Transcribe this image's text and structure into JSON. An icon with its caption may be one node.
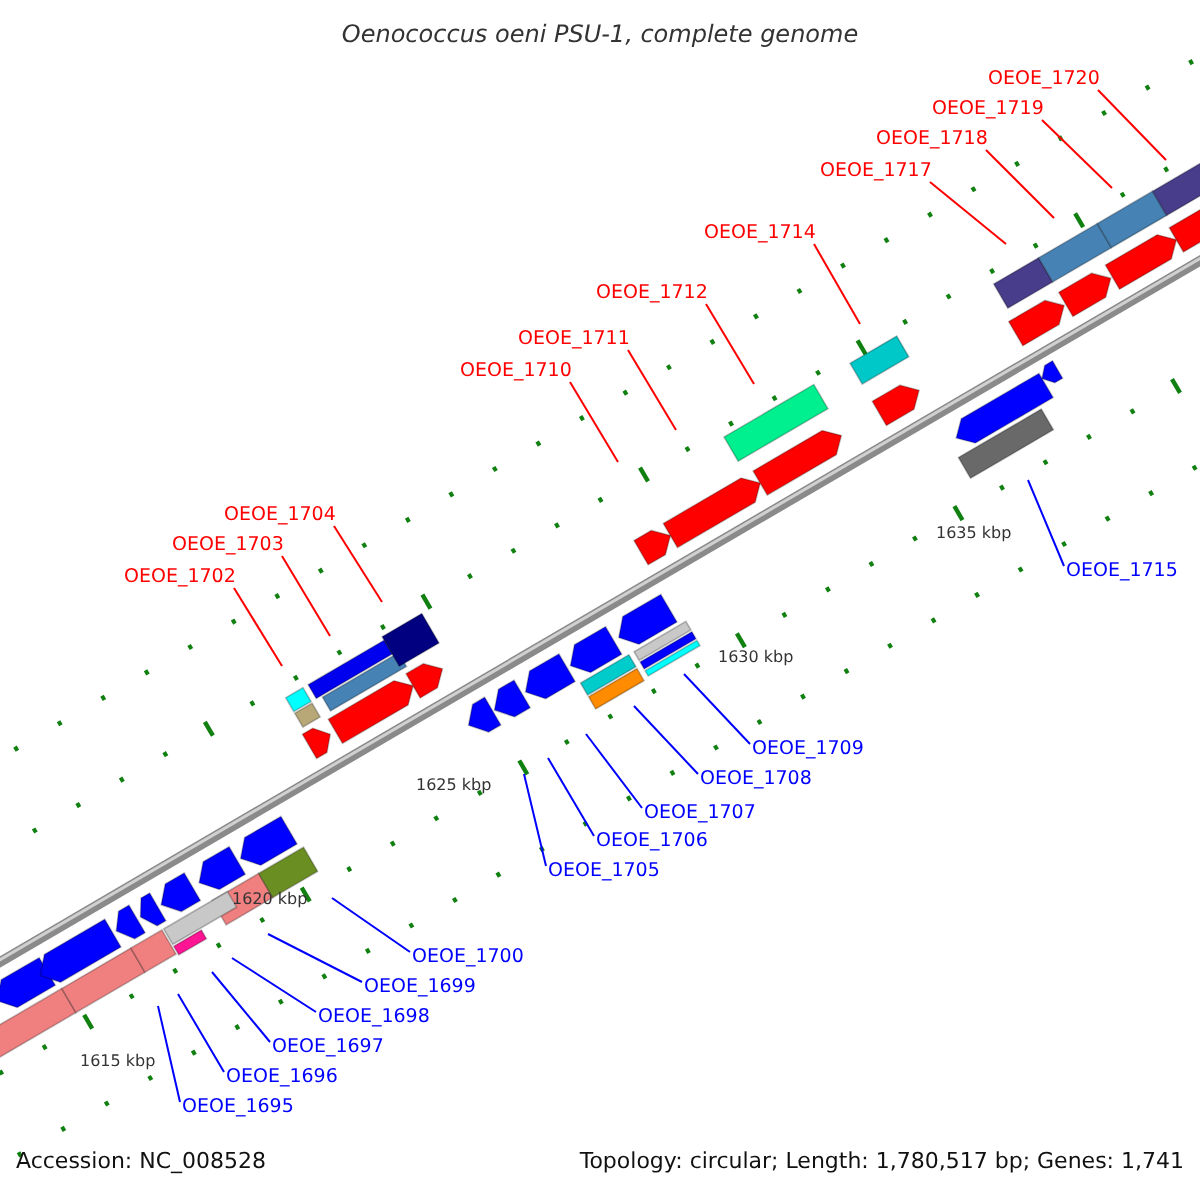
{
  "diagram": {
    "title": "Oenococcus oeni PSU-1, complete genome",
    "nodes": [
      {
        "text": [
          "OEOE_1695"
        ]
      },
      {
        "text": [
          "OEOE_1696"
        ]
      },
      {
        "text": [
          "OEOE_1697"
        ]
      },
      {
        "text": [
          "OEOE_1698"
        ]
      },
      {
        "text": [
          "OEOE_1699"
        ]
      },
      {
        "text": [
          "OEOE_1700"
        ]
      },
      {
        "text": [
          "OEOE_1702"
        ]
      },
      {
        "text": [
          "OEOE_1703"
        ]
      },
      {
        "text": [
          "OEOE_1704"
        ]
      },
      {
        "text": [
          "OEOE_1705"
        ]
      },
      {
        "text": [
          "OEOE_1706"
        ]
      },
      {
        "text": [
          "OEOE_1707"
        ]
      },
      {
        "text": [
          "OEOE_1708"
        ]
      },
      {
        "text": [
          "OEOE_1709"
        ]
      },
      {
        "text": [
          "OEOE_1710"
        ]
      },
      {
        "text": [
          "OEOE_1711"
        ]
      },
      {
        "text": [
          "OEOE_1712"
        ]
      },
      {
        "text": [
          "OEOE_1714"
        ]
      },
      {
        "text": [
          "OEOE_1715"
        ]
      },
      {
        "text": [
          "OEOE_1717"
        ]
      },
      {
        "text": [
          "OEOE_1718"
        ]
      },
      {
        "text": [
          "OEOE_1719"
        ]
      },
      {
        "text": [
          "OEOE_1720"
        ]
      }
    ],
    "edges": [
      {
        "from": 0,
        "to": null,
        "arrow": "none"
      },
      {
        "from": 1,
        "to": null,
        "arrow": "none"
      },
      {
        "from": 2,
        "to": null,
        "arrow": "none"
      },
      {
        "from": 3,
        "to": null,
        "arrow": "none"
      },
      {
        "from": 4,
        "to": null,
        "arrow": "none"
      },
      {
        "from": 5,
        "to": null,
        "arrow": "none"
      },
      {
        "from": 6,
        "to": null,
        "arrow": "none",
        "color": "#ff0000"
      },
      {
        "from": 7,
        "to": null,
        "arrow": "none",
        "color": "#ff0000"
      },
      {
        "from": 8,
        "to": null,
        "arrow": "none",
        "color": "#ff0000"
      },
      {
        "from": 9,
        "to": null,
        "arrow": "none"
      },
      {
        "from": 10,
        "to": null,
        "arrow": "none"
      },
      {
        "from": 11,
        "to": null,
        "arrow": "none"
      },
      {
        "from": 12,
        "to": null,
        "arrow": "none"
      },
      {
        "from": 13,
        "to": null,
        "arrow": "none"
      },
      {
        "from": 14,
        "to": null,
        "arrow": "none",
        "color": "#ff0000"
      },
      {
        "from": 15,
        "to": null,
        "arrow": "none",
        "color": "#ff0000"
      },
      {
        "from": 16,
        "to": null,
        "arrow": "none",
        "color": "#ff0000"
      },
      {
        "from": 17,
        "to": null,
        "arrow": "none",
        "color": "#ff0000"
      },
      {
        "from": 18,
        "to": null,
        "arrow": "none"
      },
      {
        "from": 19,
        "to": null,
        "arrow": "none",
        "color": "#ff0000"
      },
      {
        "from": 20,
        "to": null,
        "arrow": "none",
        "color": "#ff0000"
      },
      {
        "from": 21,
        "to": null,
        "arrow": "none",
        "color": "#ff0000"
      },
      {
        "from": 22,
        "to": null,
        "arrow": "none",
        "color": "#ff0000"
      }
    ],
    "labels": [
      "1635 kbp",
      "1630 kbp",
      "1625 kbp",
      "1620 kbp",
      "1615 kbp",
      "Accession: NC_008528",
      "Topology: circular; Length: 1,780,517 bp; Genes: 1,741"
    ]
  }
}
